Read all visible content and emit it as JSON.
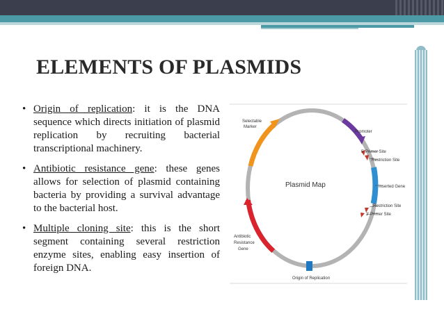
{
  "title": "ELEMENTS OF PLASMIDS",
  "bullets": [
    {
      "term": "Origin of replication",
      "text": ": it is the DNA sequence which directs initiation of plasmid replication by recruiting bacterial transcriptional machinery."
    },
    {
      "term": "Antibiotic resistance gene",
      "text": ": these genes allows for selection of plasmid containing bacteria by providing a survival advantage to the bacterial host."
    },
    {
      "term": "Multiple cloning site",
      "text": ": this is the short segment containing several restriction enzyme sites, enabling easy insertion of foreign DNA."
    }
  ],
  "diagram": {
    "center_label": "Plasmid Map",
    "selectable_marker": [
      "Selectable",
      "Marker"
    ],
    "promoter": "Promoter",
    "primer_5": "5' Primer Site",
    "restriction_site_1": "Restriction Site",
    "inserted_gene": "Inserted Gene",
    "restriction_site_2": "Restriction Site",
    "primer_3": "3' Primer Site",
    "antibiotic": [
      "Antibiotic",
      "Resistance",
      "Gene"
    ],
    "origin": "Origin of Replication",
    "colors": {
      "ring": "#b3b3b3",
      "selectable_marker": "#f0941e",
      "promoter": "#6b3a9e",
      "inserted_gene": "#2f8fd0",
      "antibiotic_resistance": "#d9232d",
      "origin": "#1f79c2",
      "restriction": "#c0392b"
    }
  }
}
